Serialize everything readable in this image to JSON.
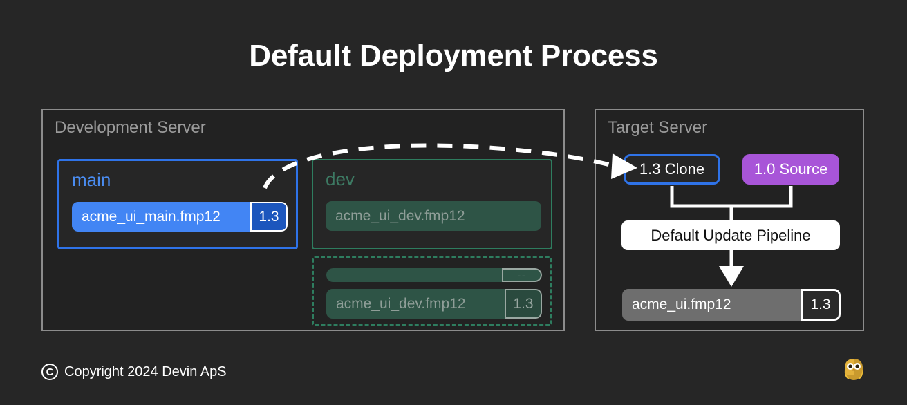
{
  "page": {
    "title": "Default Deployment Process",
    "background": "#262626"
  },
  "dev_server": {
    "title": "Development Server",
    "main_branch": {
      "label": "main",
      "accent": "#2f73e8",
      "file": "acme_ui_main.fmp12",
      "version": "1.3"
    },
    "dev_branch": {
      "label": "dev",
      "accent": "#2e7d5f",
      "file": "acme_ui_dev.fmp12"
    },
    "dev_staged": {
      "placeholder_version": "--",
      "file": "acme_ui_dev.fmp12",
      "version": "1.3"
    }
  },
  "target_server": {
    "title": "Target Server",
    "clone": {
      "label": "1.3 Clone",
      "accent": "#2f73e8"
    },
    "source": {
      "label": "1.0 Source",
      "accent": "#a855d8"
    },
    "pipeline": {
      "label": "Default Update Pipeline"
    },
    "result": {
      "file": "acme_ui.fmp12",
      "version": "1.3",
      "accent": "#6e6e6e"
    }
  },
  "footer": {
    "copyright_symbol": "C",
    "text": "Copyright 2024 Devin ApS"
  }
}
